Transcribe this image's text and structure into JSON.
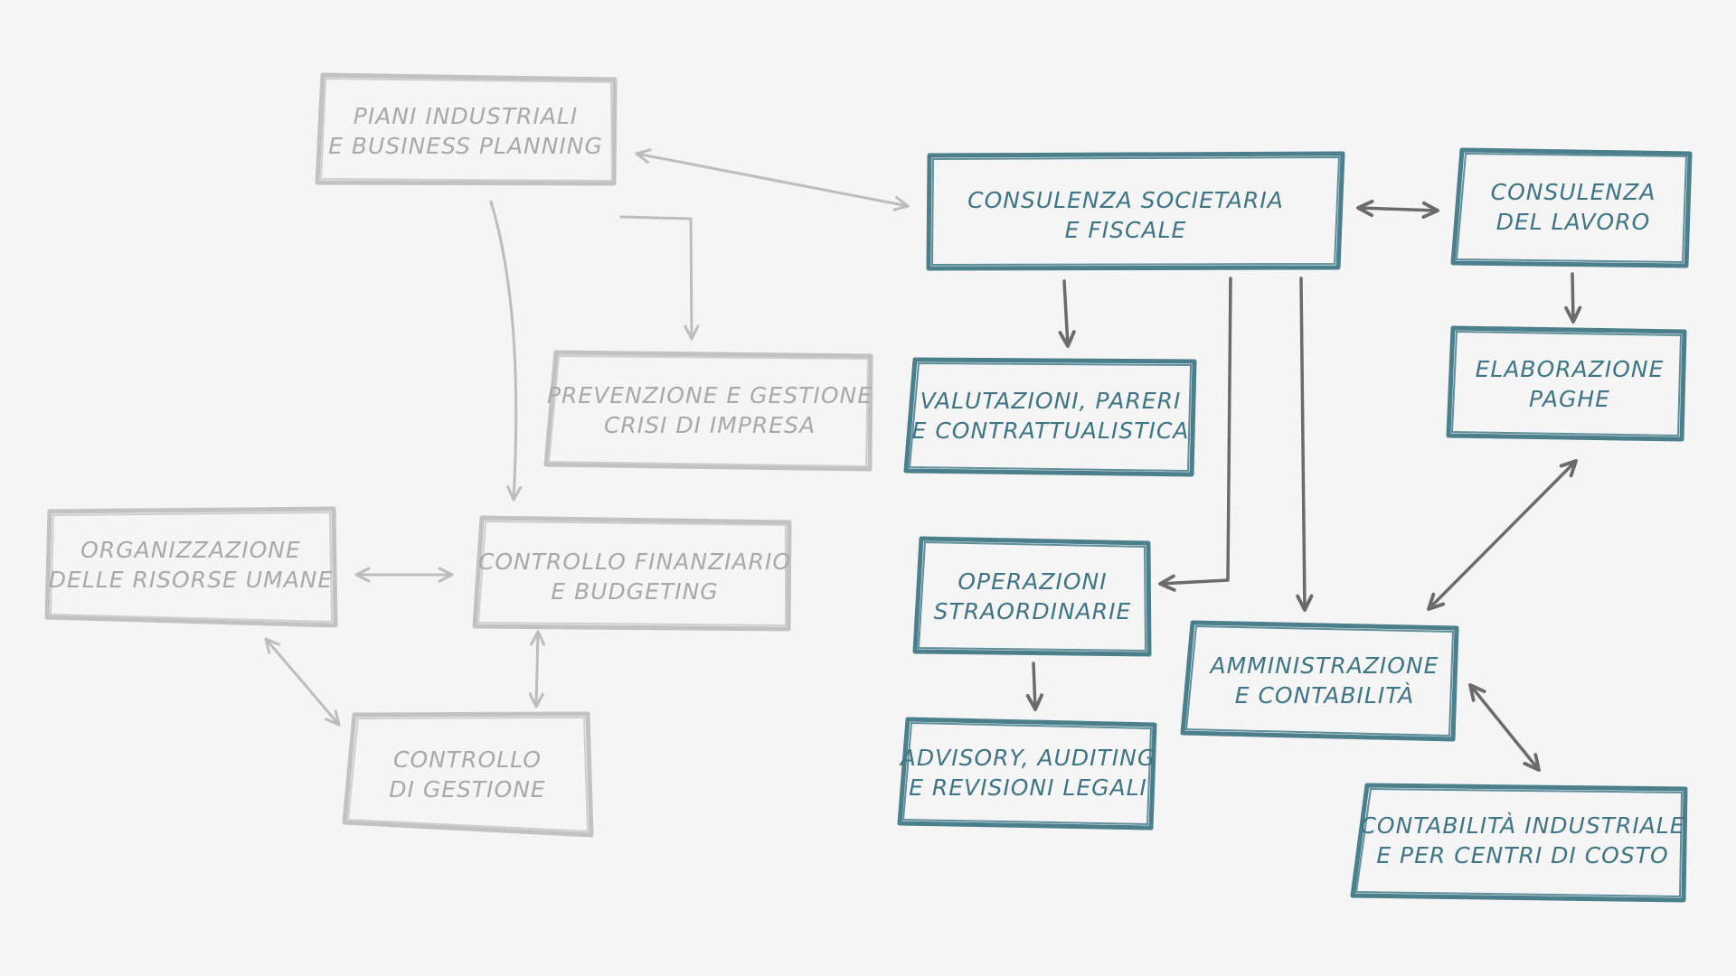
{
  "colors": {
    "background": "#f5f5f5",
    "inactive_box": "#c2c2c2",
    "inactive_text": "#a9a9a9",
    "active_box": "#4b7f8c",
    "active_text": "#3f7584",
    "arrow_active": "#6b6b6b",
    "arrow_inactive": "#bdbdbd"
  },
  "nodes": {
    "piani": {
      "lines": [
        "PIANI INDUSTRIALI",
        "E BUSINESS PLANNING"
      ]
    },
    "prevenzione": {
      "lines": [
        "PREVENZIONE E GESTIONE",
        "CRISI DI IMPRESA"
      ]
    },
    "organizzazione": {
      "lines": [
        "ORGANIZZAZIONE",
        "DELLE RISORSE UMANE"
      ]
    },
    "controllo_finanziario": {
      "lines": [
        "CONTROLLO FINANZIARIO",
        "E BUDGETING"
      ]
    },
    "controllo_gestione": {
      "lines": [
        "CONTROLLO",
        "DI GESTIONE"
      ]
    },
    "consulenza_societaria": {
      "lines": [
        "CONSULENZA SOCIETARIA",
        "E FISCALE"
      ]
    },
    "consulenza_lavoro": {
      "lines": [
        "CONSULENZA",
        "DEL LAVORO"
      ]
    },
    "valutazioni": {
      "lines": [
        "VALUTAZIONI, PARERI",
        "E CONTRATTUALISTICA"
      ]
    },
    "elaborazione_paghe": {
      "lines": [
        "ELABORAZIONE",
        "PAGHE"
      ]
    },
    "operazioni": {
      "lines": [
        "OPERAZIONI",
        "STRAORDINARIE"
      ]
    },
    "amministrazione": {
      "lines": [
        "AMMINISTRAZIONE",
        "E CONTABILITÀ"
      ]
    },
    "advisory": {
      "lines": [
        "ADVISORY, AUDITING",
        "E REVISIONI LEGALI"
      ]
    },
    "contabilita_industriale": {
      "lines": [
        "CONTABILITÀ INDUSTRIALE",
        "E PER CENTRI DI COSTO"
      ]
    }
  },
  "edges": [
    {
      "from": "piani",
      "to": "consulenza_societaria",
      "direction": "both",
      "state": "inactive"
    },
    {
      "from": "piani",
      "to": "prevenzione",
      "direction": "forward",
      "state": "inactive"
    },
    {
      "from": "piani",
      "to": "controllo_finanziario",
      "direction": "forward",
      "state": "inactive"
    },
    {
      "from": "organizzazione",
      "to": "controllo_finanziario",
      "direction": "both",
      "state": "inactive"
    },
    {
      "from": "organizzazione",
      "to": "controllo_gestione",
      "direction": "both",
      "state": "inactive"
    },
    {
      "from": "controllo_finanziario",
      "to": "controllo_gestione",
      "direction": "both",
      "state": "inactive"
    },
    {
      "from": "consulenza_societaria",
      "to": "consulenza_lavoro",
      "direction": "both",
      "state": "active"
    },
    {
      "from": "consulenza_societaria",
      "to": "valutazioni",
      "direction": "forward",
      "state": "active"
    },
    {
      "from": "consulenza_societaria",
      "to": "operazioni",
      "direction": "forward",
      "state": "active"
    },
    {
      "from": "consulenza_societaria",
      "to": "amministrazione",
      "direction": "forward",
      "state": "active"
    },
    {
      "from": "consulenza_lavoro",
      "to": "elaborazione_paghe",
      "direction": "forward",
      "state": "active"
    },
    {
      "from": "elaborazione_paghe",
      "to": "amministrazione",
      "direction": "both",
      "state": "active"
    },
    {
      "from": "operazioni",
      "to": "advisory",
      "direction": "forward",
      "state": "active"
    },
    {
      "from": "amministrazione",
      "to": "contabilita_industriale",
      "direction": "both",
      "state": "active"
    }
  ]
}
